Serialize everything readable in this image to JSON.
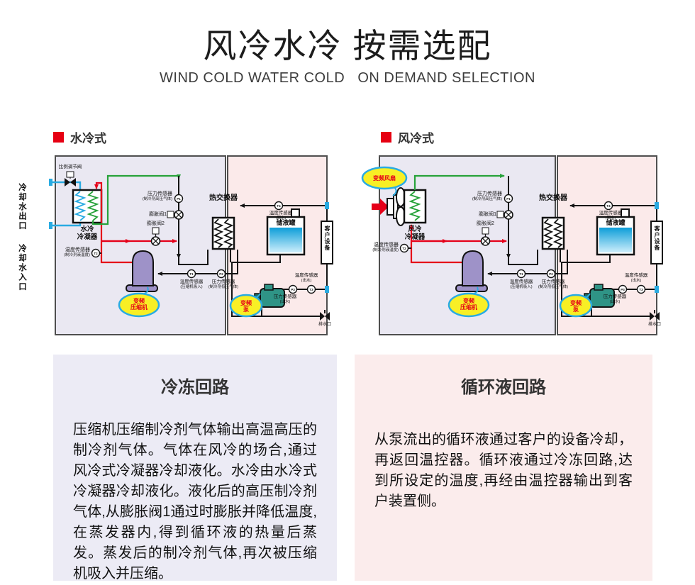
{
  "page": {
    "title": "风冷水冷 按需选配",
    "subtitle": "WIND COLD WATER COLD   ON DEMAND SELECTION"
  },
  "water": {
    "header": "水冷式",
    "coolant_out": "冷却水出口",
    "coolant_in": "冷却水入口",
    "prop_valve": "比例调节阀",
    "condenser_l1": "水冷",
    "condenser_l2": "冷凝器"
  },
  "air": {
    "header": "风冷式",
    "fan_label": "变频风扇",
    "condenser_l1": "风冷",
    "condenser_l2": "冷凝器"
  },
  "labels": {
    "pressure_sensor": "压力传感器",
    "temp_sensor": "温度传感器",
    "ps_high_sub": "(制冷剂高压气体)",
    "exp_valve1": "膨胀阀1",
    "exp_valve2": "膨胀阀2",
    "ts_liquid_sub": "(制冷剂液温度)",
    "heat_exchanger": "热交换器",
    "ts_suction_sub": "(压缩机吸入)",
    "ps_low_sub": "(制冷剂低压气体)",
    "compressor_l1": "变频",
    "compressor_l2": "压缩机",
    "tank": "储液罐",
    "ts_return_sub": "(回水)",
    "customer_equipment": "客户设备",
    "ts_outlet_sub": "(出水)",
    "ps_outlet_sub": "(出水)",
    "pump_l1": "变频",
    "pump_l2": "泵",
    "drain": "排水口",
    "code_p1": "P1",
    "code_p2": "P2",
    "code_p3": "P3",
    "code_t1": "T1",
    "code_t2": "T2",
    "code_t3": "T3",
    "code_t4": "T4"
  },
  "boxes": {
    "left": {
      "title": "冷冻回路",
      "body": "压缩机压缩制冷剂气体输出高温高压的制冷剂气体。气体在风冷的场合,通过风冷式冷凝器冷却液化。水冷由水冷式冷凝器冷却液化。液化后的高压制冷剂气体,从膨胀阀1通过时膨胀并降低温度,在蒸发器内,得到循环液的热量后蒸发。蒸发后的制冷剂气体,再次被压缩机吸入并压缩。"
    },
    "right": {
      "title": "循环液回路",
      "body": "从泵流出的循环液通过客户的设备冷却，再返回温控器。循环液通过冷冻回路,达到所设定的温度,再经由温控器输出到客户装置侧。"
    }
  },
  "colors": {
    "accent_red": "#e60012",
    "pipe_red": "#e50019",
    "pipe_green": "#27a23a",
    "pipe_blue": "#29abe2",
    "panel_refrigeration_bg": "#EAE8F2",
    "panel_circulation_bg": "#FBEAEA",
    "box_left_bg": "#ECEBF5",
    "box_right_bg": "#FBECEC"
  }
}
